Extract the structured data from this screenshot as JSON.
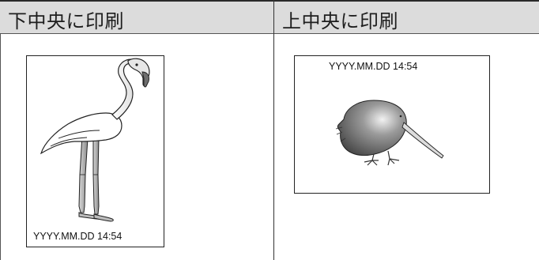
{
  "columns": [
    {
      "header": "下中央に印刷",
      "stamp_text": "YYYY.MM.DD  14:54",
      "illustration": "flamingo",
      "orientation": "portrait",
      "stamp_position": "bottom-center"
    },
    {
      "header": "上中央に印刷",
      "stamp_text": "YYYY.MM.DD  14:54",
      "illustration": "kiwi-bird",
      "orientation": "landscape",
      "stamp_position": "top-center"
    }
  ],
  "colors": {
    "header_bg": "#dcdcdc",
    "border": "#222222"
  }
}
